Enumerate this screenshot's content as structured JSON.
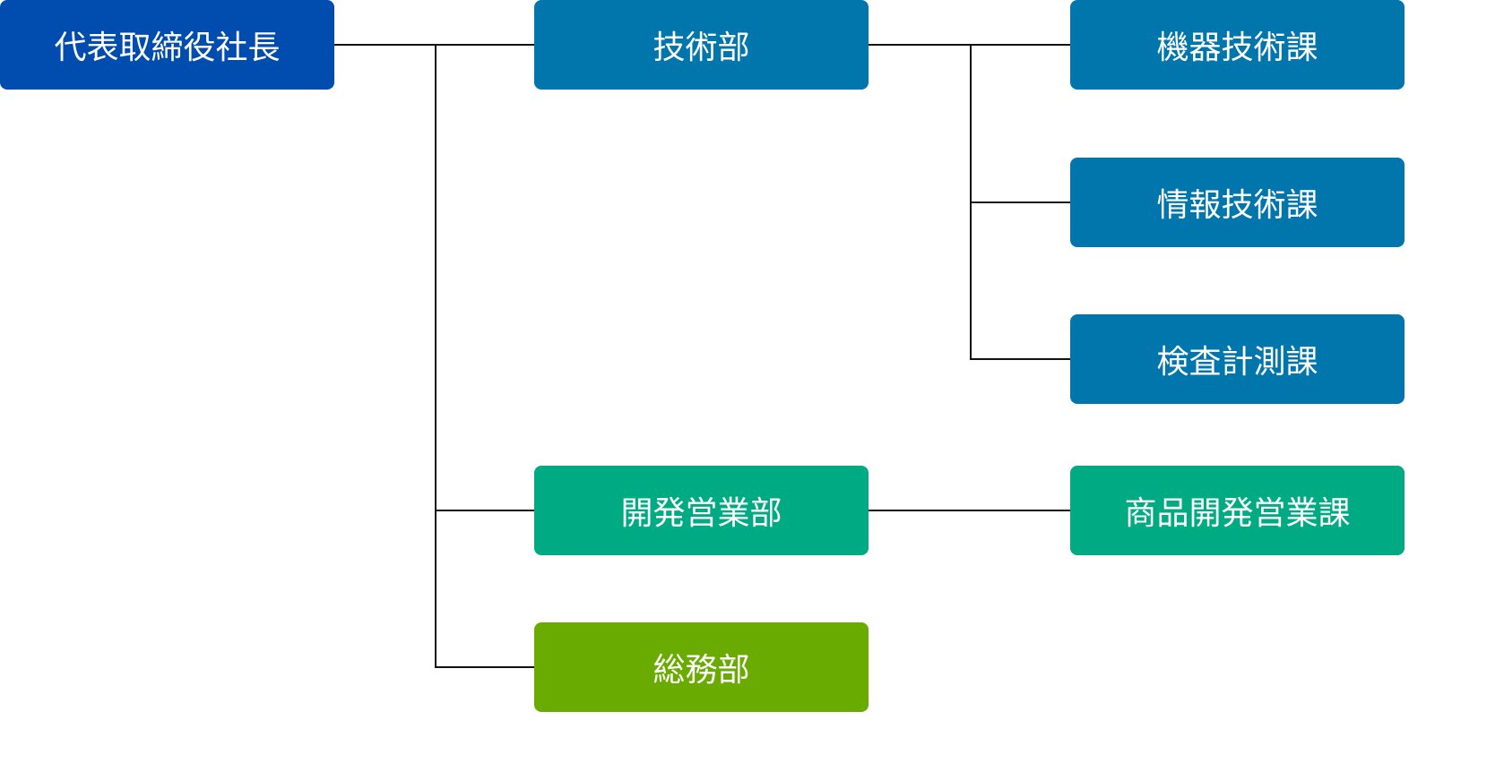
{
  "colors": {
    "president": "#004DAF",
    "technical": "#0176AD",
    "sales": "#00AB84",
    "general_affairs": "#6AAB00",
    "connector": "#111111",
    "text": "#FFFFFF"
  },
  "org": {
    "president": {
      "label": "代表取締役社長"
    },
    "departments": [
      {
        "label": "技術部",
        "sections": [
          {
            "label": "機器技術課"
          },
          {
            "label": "情報技術課"
          },
          {
            "label": "検査計測課"
          }
        ]
      },
      {
        "label": "開発営業部",
        "sections": [
          {
            "label": "商品開発営業課"
          }
        ]
      },
      {
        "label": "総務部",
        "sections": []
      }
    ]
  }
}
